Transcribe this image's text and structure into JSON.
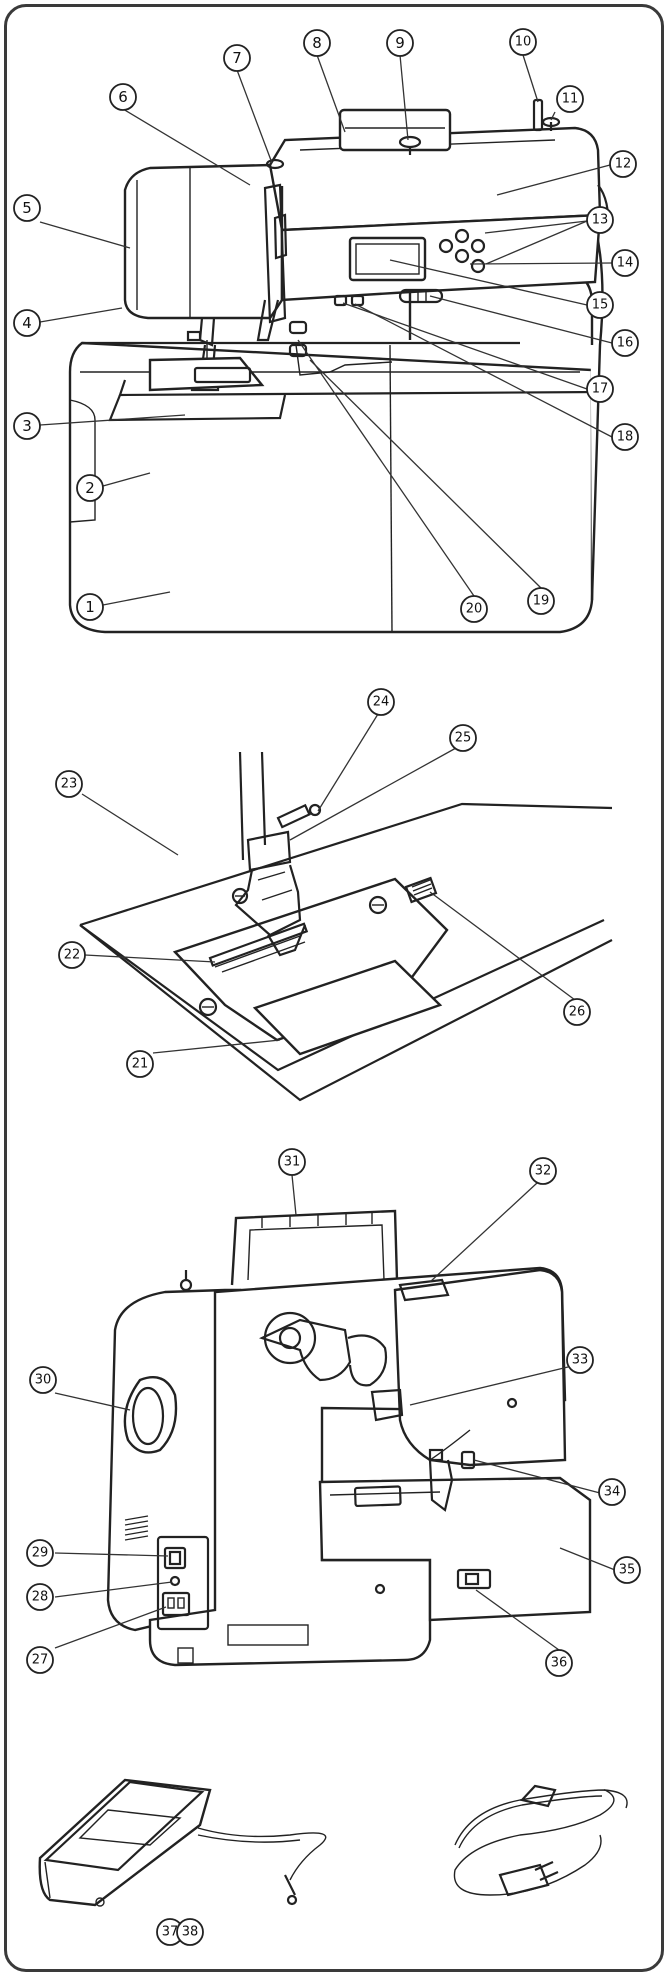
{
  "diagram": {
    "labels": [
      {
        "id": "1",
        "text": "1"
      },
      {
        "id": "2",
        "text": "2"
      },
      {
        "id": "3",
        "text": "3"
      },
      {
        "id": "4",
        "text": "4"
      },
      {
        "id": "5",
        "text": "5"
      },
      {
        "id": "6",
        "text": "6"
      },
      {
        "id": "7",
        "text": "7"
      },
      {
        "id": "8",
        "text": "8"
      },
      {
        "id": "9",
        "text": "9"
      },
      {
        "id": "10",
        "text": "10"
      },
      {
        "id": "11",
        "text": "11"
      },
      {
        "id": "12",
        "text": "12"
      },
      {
        "id": "13",
        "text": "13"
      },
      {
        "id": "14",
        "text": "14"
      },
      {
        "id": "15",
        "text": "15"
      },
      {
        "id": "16",
        "text": "16"
      },
      {
        "id": "17",
        "text": "17"
      },
      {
        "id": "18",
        "text": "18"
      },
      {
        "id": "19",
        "text": "19"
      },
      {
        "id": "20",
        "text": "20"
      },
      {
        "id": "21",
        "text": "21"
      },
      {
        "id": "22",
        "text": "22"
      },
      {
        "id": "23",
        "text": "23"
      },
      {
        "id": "24",
        "text": "24"
      },
      {
        "id": "25",
        "text": "25"
      },
      {
        "id": "26",
        "text": "26"
      },
      {
        "id": "27",
        "text": "27"
      },
      {
        "id": "28",
        "text": "28"
      },
      {
        "id": "29",
        "text": "29"
      },
      {
        "id": "30",
        "text": "30"
      },
      {
        "id": "31",
        "text": "31"
      },
      {
        "id": "32",
        "text": "32"
      },
      {
        "id": "33",
        "text": "33"
      },
      {
        "id": "34",
        "text": "34"
      },
      {
        "id": "35",
        "text": "35"
      },
      {
        "id": "36",
        "text": "36"
      },
      {
        "id": "37",
        "text": "37"
      },
      {
        "id": "38",
        "text": "38"
      }
    ]
  }
}
